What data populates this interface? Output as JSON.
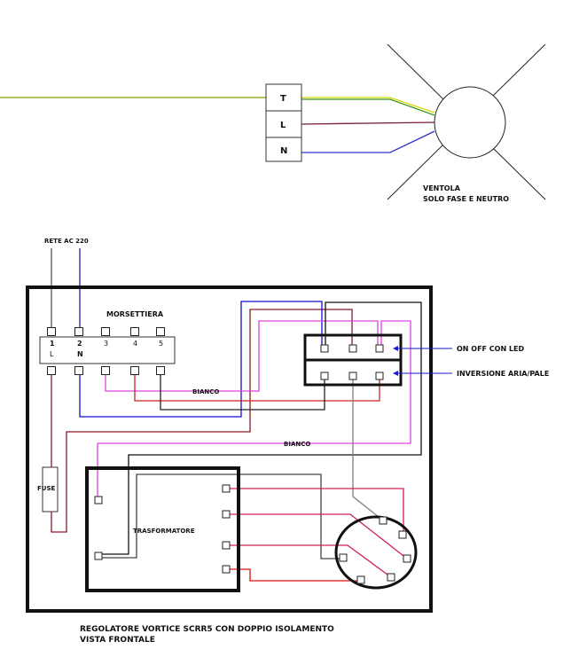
{
  "fan": {
    "terminals": [
      "T",
      "L",
      "N"
    ],
    "label_line1": "VENTOLA",
    "label_line2": "SOLO FASE E NEUTRO"
  },
  "mains_label": "RETE AC 220",
  "terminal_block": {
    "title": "MORSETTIERA",
    "numbers": [
      "1",
      "2",
      "3",
      "4",
      "5"
    ],
    "sublabels": [
      "L",
      "N"
    ]
  },
  "switch_labels": {
    "on_off": "ON OFF CON LED",
    "inversion": "INVERSIONE ARIA/PALE"
  },
  "wire_labels": {
    "white1": "BIANCO",
    "white2": "BIANCO"
  },
  "fuse_label": "FUSE",
  "transformer_label": "TRASFORMATORE",
  "caption": {
    "line1": "REGOLATORE VORTICE SCRR5  CON DOPPIO ISOLAMENTO",
    "line2": "VISTA FRONTALE"
  }
}
